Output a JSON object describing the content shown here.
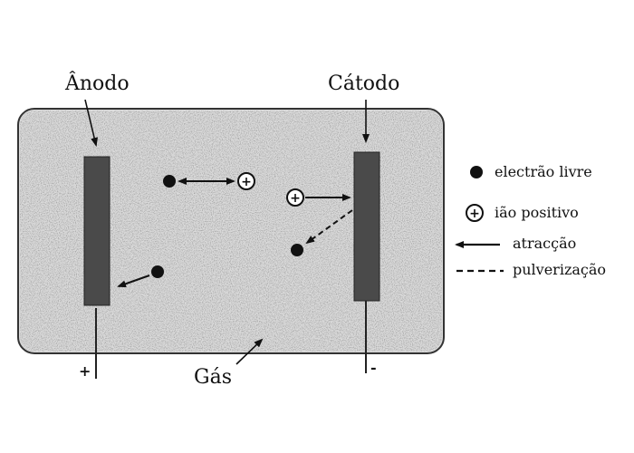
{
  "labels": {
    "anode": "Ânodo",
    "cathode": "Cátodo",
    "gas": "Gás",
    "plus": "+",
    "minus": "-"
  },
  "legend": {
    "free_electron": "electrão livre",
    "positive_ion": "ião positivo",
    "attraction": "atracção",
    "sputtering": "pulverização"
  },
  "ion_symbol": "+",
  "colors": {
    "chamber_fill": "#dcdcdc",
    "chamber_stroke": "#333333",
    "electrode": "#4a4a4a",
    "ink": "#111111"
  }
}
